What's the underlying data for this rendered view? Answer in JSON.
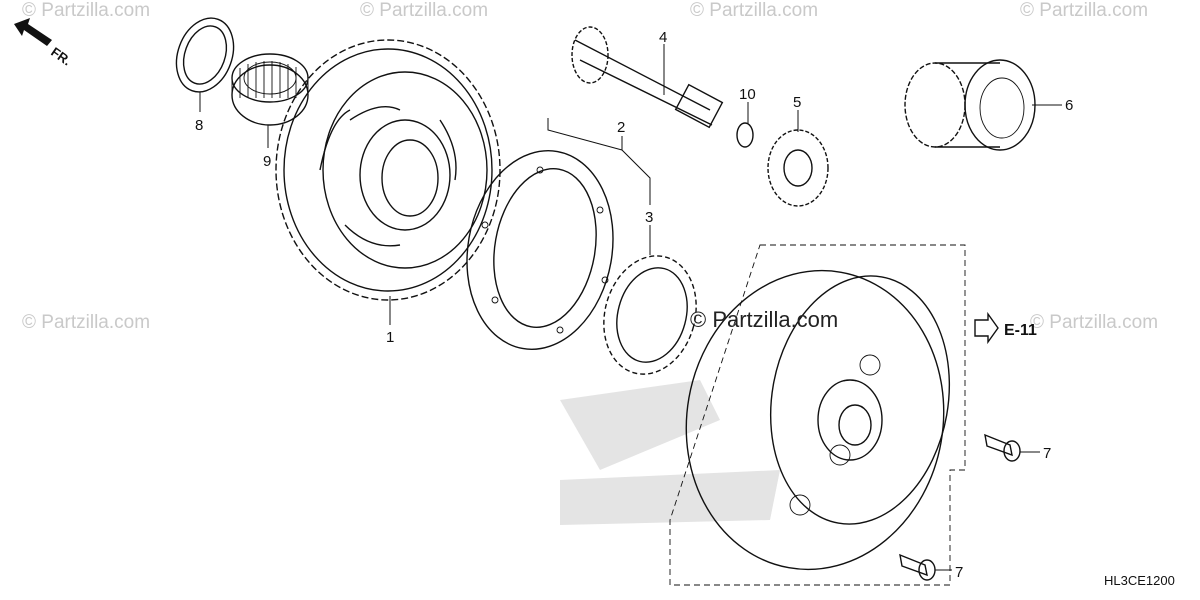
{
  "direction_label": "FR.",
  "reference_label": "E-11",
  "diagram_code": "HL3CE1200",
  "watermark_text": "© Partzilla.com",
  "center_watermark": "© Partzilla.com",
  "callouts": [
    {
      "num": "1",
      "part": "starter-driven-gear"
    },
    {
      "num": "2",
      "part": "one-way-clutch-assembly"
    },
    {
      "num": "3",
      "part": "one-way-clutch"
    },
    {
      "num": "4",
      "part": "shaft"
    },
    {
      "num": "5",
      "part": "gear"
    },
    {
      "num": "6",
      "part": "gear-assembly"
    },
    {
      "num": "7",
      "part": "bolt"
    },
    {
      "num": "7",
      "part": "bolt"
    },
    {
      "num": "8",
      "part": "washer"
    },
    {
      "num": "9",
      "part": "needle-bearing"
    },
    {
      "num": "10",
      "part": "snap-ring"
    }
  ]
}
